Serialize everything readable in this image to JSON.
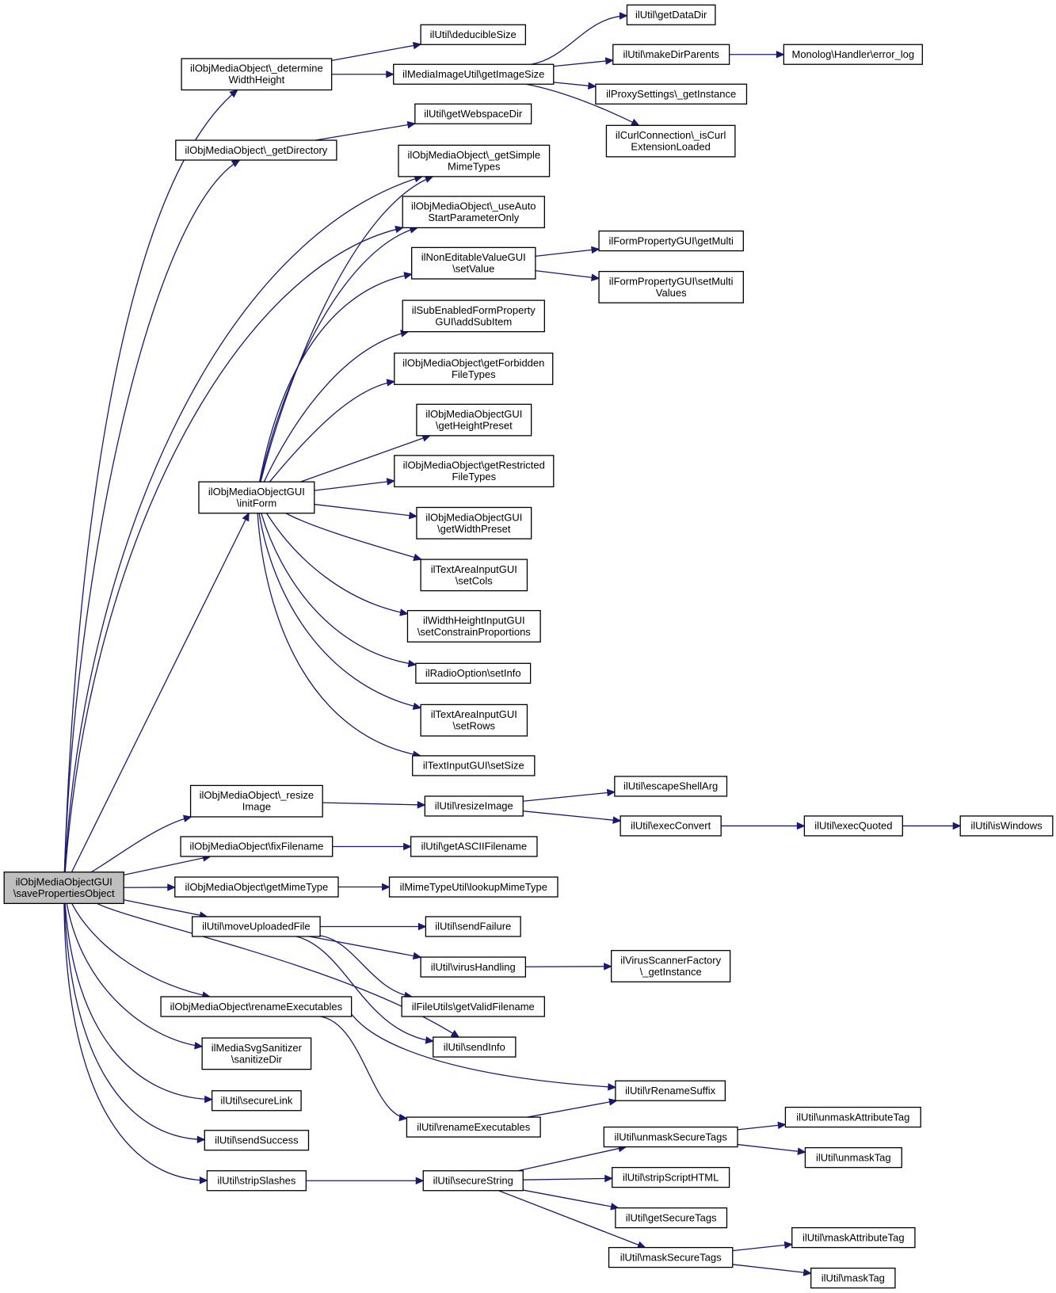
{
  "diagram": {
    "type": "call-graph",
    "colors": {
      "edge": "#191970",
      "root_fill": "#bfbfbf",
      "node_fill": "#ffffff",
      "node_border": "#000000"
    },
    "nodes": [
      {
        "id": "root",
        "lines": [
          "ilObjMediaObjectGUI",
          "\\savePropertiesObject"
        ],
        "root": true
      },
      {
        "id": "determine",
        "lines": [
          "ilObjMediaObject\\_determine",
          "WidthHeight"
        ]
      },
      {
        "id": "deducible",
        "lines": [
          "ilUtil\\deducibleSize"
        ]
      },
      {
        "id": "getImageSize",
        "lines": [
          "ilMediaImageUtil\\getImageSize"
        ]
      },
      {
        "id": "getDataDir",
        "lines": [
          "ilUtil\\getDataDir"
        ]
      },
      {
        "id": "makeDirParents",
        "lines": [
          "ilUtil\\makeDirParents"
        ]
      },
      {
        "id": "errorLog",
        "lines": [
          "Monolog\\Handler\\error_log"
        ]
      },
      {
        "id": "proxy",
        "lines": [
          "ilProxySettings\\_getInstance"
        ]
      },
      {
        "id": "curl",
        "lines": [
          "ilCurlConnection\\_isCurl",
          "ExtensionLoaded"
        ]
      },
      {
        "id": "getDirectory",
        "lines": [
          "ilObjMediaObject\\_getDirectory"
        ]
      },
      {
        "id": "webspace",
        "lines": [
          "ilUtil\\getWebspaceDir"
        ]
      },
      {
        "id": "simpleMime",
        "lines": [
          "ilObjMediaObject\\_getSimple",
          "MimeTypes"
        ]
      },
      {
        "id": "useAuto",
        "lines": [
          "ilObjMediaObject\\_useAuto",
          "StartParameterOnly"
        ]
      },
      {
        "id": "nonEditable",
        "lines": [
          "ilNonEditableValueGUI",
          "\\setValue"
        ]
      },
      {
        "id": "getMulti",
        "lines": [
          "ilFormPropertyGUI\\getMulti"
        ]
      },
      {
        "id": "setMulti",
        "lines": [
          "ilFormPropertyGUI\\setMulti",
          "Values"
        ]
      },
      {
        "id": "addSubItem",
        "lines": [
          "ilSubEnabledFormProperty",
          "GUI\\addSubItem"
        ]
      },
      {
        "id": "forbidden",
        "lines": [
          "ilObjMediaObject\\getForbidden",
          "FileTypes"
        ]
      },
      {
        "id": "heightPreset",
        "lines": [
          "ilObjMediaObjectGUI",
          "\\getHeightPreset"
        ]
      },
      {
        "id": "restricted",
        "lines": [
          "ilObjMediaObject\\getRestricted",
          "FileTypes"
        ]
      },
      {
        "id": "initForm",
        "lines": [
          "ilObjMediaObjectGUI",
          "\\initForm"
        ]
      },
      {
        "id": "widthPreset",
        "lines": [
          "ilObjMediaObjectGUI",
          "\\getWidthPreset"
        ]
      },
      {
        "id": "setCols",
        "lines": [
          "ilTextAreaInputGUI",
          "\\setCols"
        ]
      },
      {
        "id": "constrain",
        "lines": [
          "ilWidthHeightInputGUI",
          "\\setConstrainProportions"
        ]
      },
      {
        "id": "radioInfo",
        "lines": [
          "ilRadioOption\\setInfo"
        ]
      },
      {
        "id": "setRows",
        "lines": [
          "ilTextAreaInputGUI",
          "\\setRows"
        ]
      },
      {
        "id": "setSize",
        "lines": [
          "ilTextInputGUI\\setSize"
        ]
      },
      {
        "id": "resize",
        "lines": [
          "ilObjMediaObject\\_resize",
          "Image"
        ]
      },
      {
        "id": "resizeImage",
        "lines": [
          "ilUtil\\resizeImage"
        ]
      },
      {
        "id": "escapeShell",
        "lines": [
          "ilUtil\\escapeShellArg"
        ]
      },
      {
        "id": "execConvert",
        "lines": [
          "ilUtil\\execConvert"
        ]
      },
      {
        "id": "execQuoted",
        "lines": [
          "ilUtil\\execQuoted"
        ]
      },
      {
        "id": "isWindows",
        "lines": [
          "ilUtil\\isWindows"
        ]
      },
      {
        "id": "fixFilename",
        "lines": [
          "ilObjMediaObject\\fixFilename"
        ]
      },
      {
        "id": "ascii",
        "lines": [
          "ilUtil\\getASCIIFilename"
        ]
      },
      {
        "id": "getMime",
        "lines": [
          "ilObjMediaObject\\getMimeType"
        ]
      },
      {
        "id": "lookupMime",
        "lines": [
          "ilMimeTypeUtil\\lookupMimeType"
        ]
      },
      {
        "id": "moveUploaded",
        "lines": [
          "ilUtil\\moveUploadedFile"
        ]
      },
      {
        "id": "sendFailure",
        "lines": [
          "ilUtil\\sendFailure"
        ]
      },
      {
        "id": "virus",
        "lines": [
          "ilUtil\\virusHandling"
        ]
      },
      {
        "id": "virusFactory",
        "lines": [
          "ilVirusScannerFactory",
          "\\_getInstance"
        ]
      },
      {
        "id": "renameExecObj",
        "lines": [
          "ilObjMediaObject\\renameExecutables"
        ]
      },
      {
        "id": "validFilename",
        "lines": [
          "ilFileUtils\\getValidFilename"
        ]
      },
      {
        "id": "svg",
        "lines": [
          "ilMediaSvgSanitizer",
          "\\sanitizeDir"
        ]
      },
      {
        "id": "sendInfo",
        "lines": [
          "ilUtil\\sendInfo"
        ]
      },
      {
        "id": "rRename",
        "lines": [
          "ilUtil\\rRenameSuffix"
        ]
      },
      {
        "id": "secureLink",
        "lines": [
          "ilUtil\\secureLink"
        ]
      },
      {
        "id": "renameExecUtil",
        "lines": [
          "ilUtil\\renameExecutables"
        ]
      },
      {
        "id": "unmaskAttr",
        "lines": [
          "ilUtil\\unmaskAttributeTag"
        ]
      },
      {
        "id": "sendSuccess",
        "lines": [
          "ilUtil\\sendSuccess"
        ]
      },
      {
        "id": "unmaskSecure",
        "lines": [
          "ilUtil\\unmaskSecureTags"
        ]
      },
      {
        "id": "unmaskTag",
        "lines": [
          "ilUtil\\unmaskTag"
        ]
      },
      {
        "id": "stripSlashes",
        "lines": [
          "ilUtil\\stripSlashes"
        ]
      },
      {
        "id": "secureString",
        "lines": [
          "ilUtil\\secureString"
        ]
      },
      {
        "id": "stripScript",
        "lines": [
          "ilUtil\\stripScriptHTML"
        ]
      },
      {
        "id": "getSecureTags",
        "lines": [
          "ilUtil\\getSecureTags"
        ]
      },
      {
        "id": "maskAttr",
        "lines": [
          "ilUtil\\maskAttributeTag"
        ]
      },
      {
        "id": "maskSecure",
        "lines": [
          "ilUtil\\maskSecureTags"
        ]
      },
      {
        "id": "maskTag",
        "lines": [
          "ilUtil\\maskTag"
        ]
      }
    ]
  }
}
